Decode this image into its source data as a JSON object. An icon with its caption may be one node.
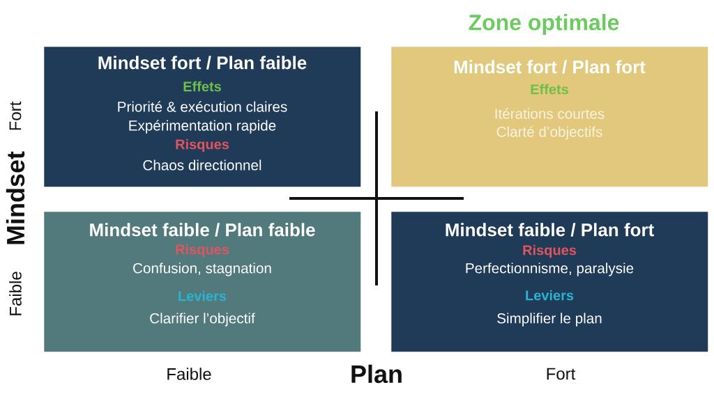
{
  "diagram": {
    "nodes": [
      {
        "text": [
          "Mindset fort / Plan faible",
          "Effets",
          "Priorité & exécution claires",
          "Expérimentation rapide",
          "Risques",
          "Chaos directionnel"
        ]
      },
      {
        "text": [
          "Mindset fort / Plan fort",
          "Effets",
          "Itérations courtes",
          "Clarté d’objectifs"
        ],
        "beside": [
          "Zone optimale"
        ]
      },
      {
        "text": [
          "Mindset faible / Plan faible",
          "Risques",
          "Confusion, stagnation",
          "Leviers",
          "Clarifier l’objectif"
        ]
      },
      {
        "text": [
          "Mindset faible / Plan fort",
          "Risques",
          "Perfectionnisme, paralysie",
          "Leviers",
          "Simplifier le plan"
        ]
      }
    ],
    "labels": [
      "Fort",
      "Mindset",
      "Faible",
      "Faible",
      "Plan",
      "Fort"
    ]
  }
}
